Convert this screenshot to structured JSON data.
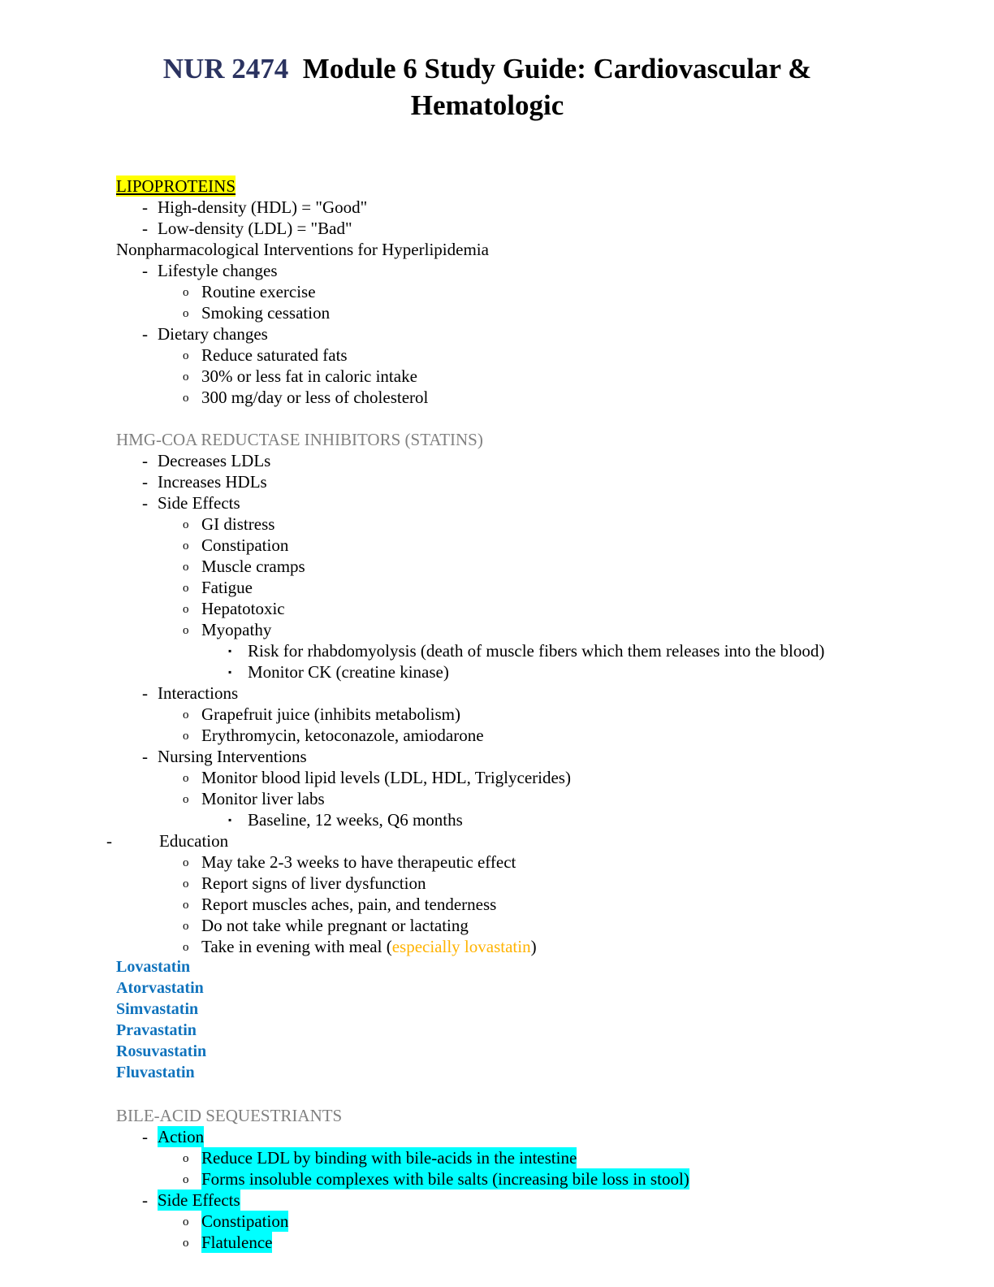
{
  "document": {
    "title_course": "NUR 2474",
    "title_rest": "Module 6 Study Guide: Cardiovascular & Hematologic",
    "colors": {
      "course_navy": "#2b3360",
      "section_header_gray": "#808080",
      "drug_blue": "#1073bd",
      "accent_orange": "#ffb302",
      "highlight_yellow": "#ffff00",
      "highlight_cyan": "#00ffff"
    }
  },
  "sections": {
    "lipoproteins": {
      "heading": "LIPOPROTEINS",
      "items": {
        "hdl": "High-density (HDL) = \"Good\"",
        "ldl": "Low-density (LDL) = \"Bad\"",
        "nonpharm_heading": "Nonpharmacological Interventions for Hyperlipidemia",
        "lifestyle": "Lifestyle changes",
        "lifestyle_1": "Routine exercise",
        "lifestyle_2": "Smoking cessation",
        "dietary": "Dietary changes",
        "dietary_1": "Reduce saturated fats",
        "dietary_2": "30% or less fat in caloric intake",
        "dietary_3": "300 mg/day or less of cholesterol"
      }
    },
    "statins": {
      "heading": "HMG-COA REDUCTASE INHIBITORS (STATINS)",
      "items": {
        "decreases": "Decreases LDLs",
        "increases": "Increases HDLs",
        "side_effects": "Side Effects",
        "se_1": "GI distress",
        "se_2": "Constipation",
        "se_3": "Muscle cramps",
        "se_4": "Fatigue",
        "se_5": "Hepatotoxic",
        "se_6": "Myopathy",
        "se_6_a": "Risk for rhabdomyolysis (death of muscle fibers which them releases into the blood)",
        "se_6_b": "Monitor CK (creatine kinase)",
        "interactions": "Interactions",
        "int_1": "Grapefruit juice (inhibits metabolism)",
        "int_2": "Erythromycin, ketoconazole, amiodarone",
        "nursing": "Nursing Interventions",
        "nur_1": "Monitor blood lipid levels (LDL, HDL, Triglycerides)",
        "nur_2": "Monitor liver labs",
        "nur_2_a": "Baseline, 12 weeks, Q6 months",
        "education": "Education",
        "edu_1": "May take 2-3 weeks to have therapeutic effect",
        "edu_2": "Report signs of liver dysfunction",
        "edu_3": "Report muscles aches, pain, and tenderness",
        "edu_4": "Do not take while pregnant or lactating",
        "edu_5_pre": "Take in evening with meal (",
        "edu_5_accent": "especially lovastatin",
        "edu_5_post": ")"
      },
      "drugs": {
        "d1": "Lovastatin",
        "d2": "Atorvastatin",
        "d3": "Simvastatin",
        "d4": "Pravastatin",
        "d5": "Rosuvastatin",
        "d6": "Fluvastatin"
      }
    },
    "bile_acid": {
      "heading": "BILE-ACID SEQUESTRIANTS",
      "items": {
        "action": "Action",
        "action_1": "Reduce LDL by binding with bile-acids in the intestine",
        "action_2": "Forms insoluble complexes with bile salts (increasing bile loss in stool)",
        "side_effects": "Side Effects",
        "se_1": "Constipation",
        "se_2": "Flatulence"
      }
    }
  },
  "bullets": {
    "dash": "-",
    "circle": "o",
    "square": "▪"
  }
}
